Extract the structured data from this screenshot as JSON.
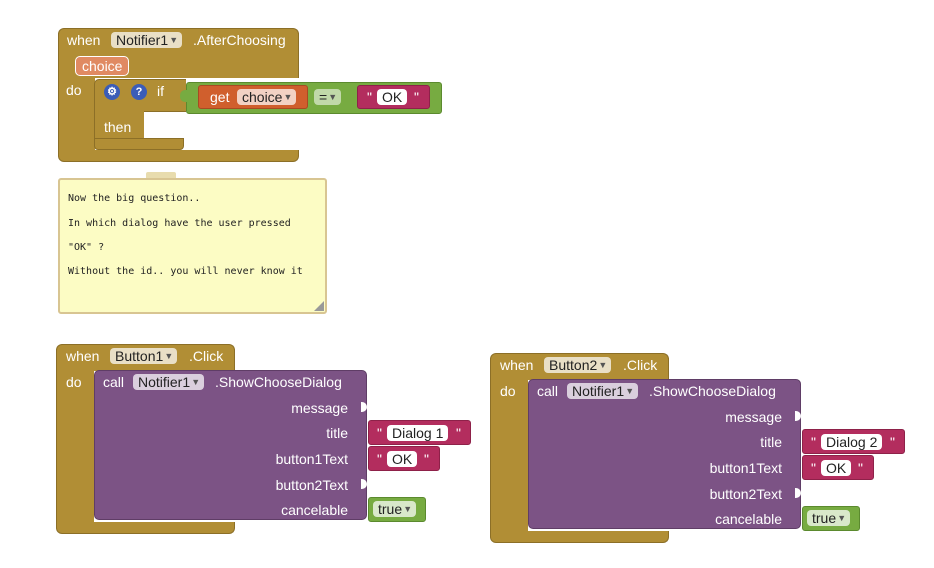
{
  "block1": {
    "when": "when",
    "component": "Notifier1",
    "event": ".AfterChoosing",
    "param": "choice",
    "do": "do",
    "if_label": "if",
    "then_label": "then",
    "get_label": "get",
    "get_var": "choice",
    "op": "=",
    "text_value": "OK",
    "gear_icon": "gear-icon",
    "help_icon": "question-icon"
  },
  "comment": {
    "lines": [
      "Now the big question..",
      "In which dialog have the user pressed",
      "\"OK\" ?",
      "Without the id.. you will never know it"
    ]
  },
  "block2": {
    "when": "when",
    "component": "Button1",
    "event": ".Click",
    "do": "do",
    "call": "call",
    "notifier": "Notifier1",
    "method": ".ShowChooseDialog",
    "message_label": "message",
    "title_label": "title",
    "title_value": "Dialog 1",
    "button1_label": "button1Text",
    "button1_value": "OK",
    "button2_label": "button2Text",
    "cancelable_label": "cancelable",
    "cancelable_value": "true"
  },
  "block3": {
    "when": "when",
    "component": "Button2",
    "event": ".Click",
    "do": "do",
    "call": "call",
    "notifier": "Notifier1",
    "method": ".ShowChooseDialog",
    "message_label": "message",
    "title_label": "title",
    "title_value": "Dialog 2",
    "button1_label": "button1Text",
    "button1_value": "OK",
    "button2_label": "button2Text",
    "cancelable_label": "cancelable",
    "cancelable_value": "true"
  },
  "colors": {
    "event": "#b18e35",
    "procedure": "#7c5385",
    "text": "#b32d5e",
    "logic": "#77ab41",
    "variable": "#d05f2d",
    "comment_bg": "#fcfcc4"
  },
  "quote": "\""
}
